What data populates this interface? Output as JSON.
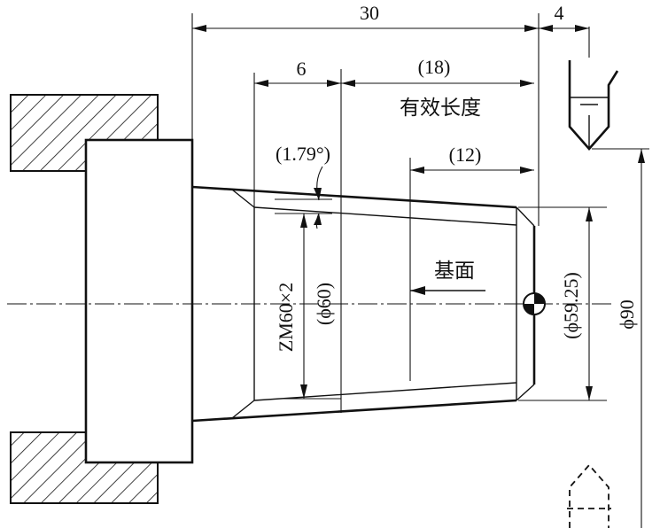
{
  "dimensions": {
    "overall_length": "30",
    "tool_offset": "4",
    "chamfer_length": "6",
    "effective_length": "(18)",
    "effective_length_label": "有效长度",
    "gauge_length": "(12)",
    "taper_angle": "(1.79°)",
    "thread_designation": "ZM60×2",
    "major_diameter": "(ϕ60)",
    "gauge_diameter": "(ϕ59.25)",
    "outer_diameter": "ϕ90",
    "datum_label": "基面"
  },
  "icons": {
    "chuck": "chuck-hatch-icon",
    "tool": "thread-cutting-tool-icon",
    "origin": "workpiece-origin-icon",
    "tool_return": "tool-return-position-icon"
  }
}
